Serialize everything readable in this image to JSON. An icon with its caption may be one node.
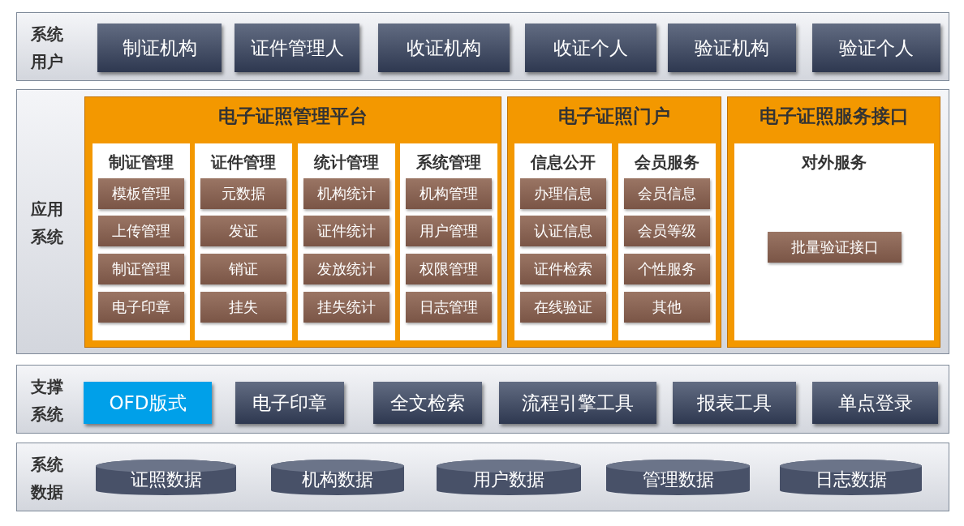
{
  "diagram": {
    "nodes": [
      {
        "text": [
          "系统用户"
        ]
      },
      {
        "text": [
          "制证机构"
        ],
        "in": 0
      },
      {
        "text": [
          "证件管理人"
        ],
        "in": 0
      },
      {
        "text": [
          "收证机构"
        ],
        "in": 0
      },
      {
        "text": [
          "收证个人"
        ],
        "in": 0
      },
      {
        "text": [
          "验证机构"
        ],
        "in": 0
      },
      {
        "text": [
          "验证个人"
        ],
        "in": 0
      },
      {
        "text": [
          "应用系统"
        ]
      },
      {
        "text": [
          "电子证照管理平台"
        ],
        "in": 7
      },
      {
        "text": [
          "制证管理"
        ],
        "in": 8
      },
      {
        "text": [
          "模板管理"
        ],
        "in": 9
      },
      {
        "text": [
          "上传管理"
        ],
        "in": 9
      },
      {
        "text": [
          "制证管理"
        ],
        "in": 9
      },
      {
        "text": [
          "电子印章"
        ],
        "in": 9
      },
      {
        "text": [
          "证件管理"
        ],
        "in": 8
      },
      {
        "text": [
          "元数据"
        ],
        "in": 14
      },
      {
        "text": [
          "发证"
        ],
        "in": 14
      },
      {
        "text": [
          "销证"
        ],
        "in": 14
      },
      {
        "text": [
          "挂失"
        ],
        "in": 14
      },
      {
        "text": [
          "统计管理"
        ],
        "in": 8
      },
      {
        "text": [
          "机构统计"
        ],
        "in": 19
      },
      {
        "text": [
          "证件统计"
        ],
        "in": 19
      },
      {
        "text": [
          "发放统计"
        ],
        "in": 19
      },
      {
        "text": [
          "挂失统计"
        ],
        "in": 19
      },
      {
        "text": [
          "系统管理"
        ],
        "in": 8
      },
      {
        "text": [
          "机构管理"
        ],
        "in": 24
      },
      {
        "text": [
          "用户管理"
        ],
        "in": 24
      },
      {
        "text": [
          "权限管理"
        ],
        "in": 24
      },
      {
        "text": [
          "日志管理"
        ],
        "in": 24
      },
      {
        "text": [
          "电子证照门户"
        ],
        "in": 7
      },
      {
        "text": [
          "信息公开"
        ],
        "in": 29
      },
      {
        "text": [
          "办理信息"
        ],
        "in": 30
      },
      {
        "text": [
          "认证信息"
        ],
        "in": 30
      },
      {
        "text": [
          "证件检索"
        ],
        "in": 30
      },
      {
        "text": [
          "在线验证"
        ],
        "in": 30
      },
      {
        "text": [
          "会员服务"
        ],
        "in": 29
      },
      {
        "text": [
          "会员信息"
        ],
        "in": 35
      },
      {
        "text": [
          "会员等级"
        ],
        "in": 35
      },
      {
        "text": [
          "个性服务"
        ],
        "in": 35
      },
      {
        "text": [
          "其他"
        ],
        "in": 35
      },
      {
        "text": [
          "电子证照服务接口"
        ],
        "in": 7
      },
      {
        "text": [
          "对外服务"
        ],
        "in": 40
      },
      {
        "text": [
          "批量验证接口"
        ],
        "in": 41
      },
      {
        "text": [
          "支撑系统"
        ]
      },
      {
        "text": [
          "OFD版式"
        ],
        "in": 43
      },
      {
        "text": [
          "电子印章"
        ],
        "in": 43
      },
      {
        "text": [
          "全文检索"
        ],
        "in": 43
      },
      {
        "text": [
          "流程引擎工具"
        ],
        "in": 43
      },
      {
        "text": [
          "报表工具"
        ],
        "in": 43
      },
      {
        "text": [
          "单点登录"
        ],
        "in": 43
      },
      {
        "text": [
          "系统数据"
        ]
      },
      {
        "text": [
          "证照数据"
        ],
        "in": 50
      },
      {
        "text": [
          "机构数据"
        ],
        "in": 50
      },
      {
        "text": [
          "用户数据"
        ],
        "in": 50
      },
      {
        "text": [
          "管理数据"
        ],
        "in": 50
      },
      {
        "text": [
          "日志数据"
        ],
        "in": 50
      }
    ],
    "edges": []
  }
}
